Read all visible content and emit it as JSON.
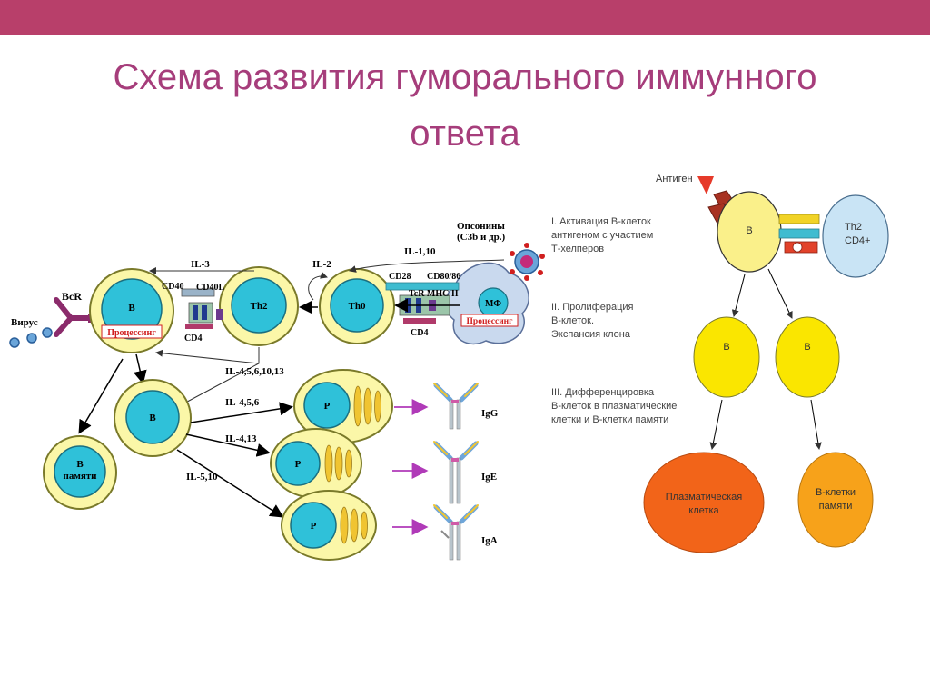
{
  "slide": {
    "title_line1": "Схема развития гуморального иммунного",
    "title_line2": "ответа",
    "accent_color": "#b83f6a",
    "title_color": "#a63d7b"
  },
  "left_diagram": {
    "cells": {
      "b_main": "B",
      "processing_b": "Процессинг",
      "th2": "Th2",
      "th0": "Th0",
      "mf": "МФ",
      "processing_mf": "Процессинг",
      "b_daughter": "B",
      "b_memory_line1": "B",
      "b_memory_line2": "памяти",
      "plasma1": "P",
      "plasma2": "P",
      "plasma3": "P"
    },
    "labels": {
      "bcr": "BcR",
      "virus": "Вирус",
      "il3": "IL-3",
      "il2": "IL-2",
      "il110": "IL-1,10",
      "opsonins_line1": "Опсонины",
      "opsonins_line2": "(C3b и др.)",
      "cd40": "CD40",
      "cd40l": "CD40L",
      "cd4_left": "CD4",
      "cd28": "CD28",
      "cd8086": "CD80/86",
      "tcr_mhc": "TcR  MHC II",
      "cd4_right": "CD4",
      "il4_5_6_10_13": "IL-4,5,6,10,13",
      "il4_5_6": "IL-4,5,6",
      "il4_13": "IL-4,13",
      "il5_10": "IL-5,10",
      "igg": "IgG",
      "ige": "IgE",
      "iga": "IgA"
    },
    "stages": [
      {
        "lines": [
          "I. Активация B-клеток",
          "антигеном с участием",
          "Т-хелперов"
        ]
      },
      {
        "lines": [
          "II. Пролиферация",
          "B-клеток.",
          "Экспансия клона"
        ]
      },
      {
        "lines": [
          "III. Дифференцировка",
          "B-клеток в плазматические",
          "клетки и B-клетки памяти"
        ]
      }
    ]
  },
  "right_diagram": {
    "antigen": "Антиген",
    "b_top": "B",
    "th2_line1": "Th2",
    "th2_line2": "CD4+",
    "b_left": "B",
    "b_right": "B",
    "plasma_line1": "Плазматическая",
    "plasma_line2": "клетка",
    "memory_line1": "B-клетки",
    "memory_line2": "памяти"
  }
}
